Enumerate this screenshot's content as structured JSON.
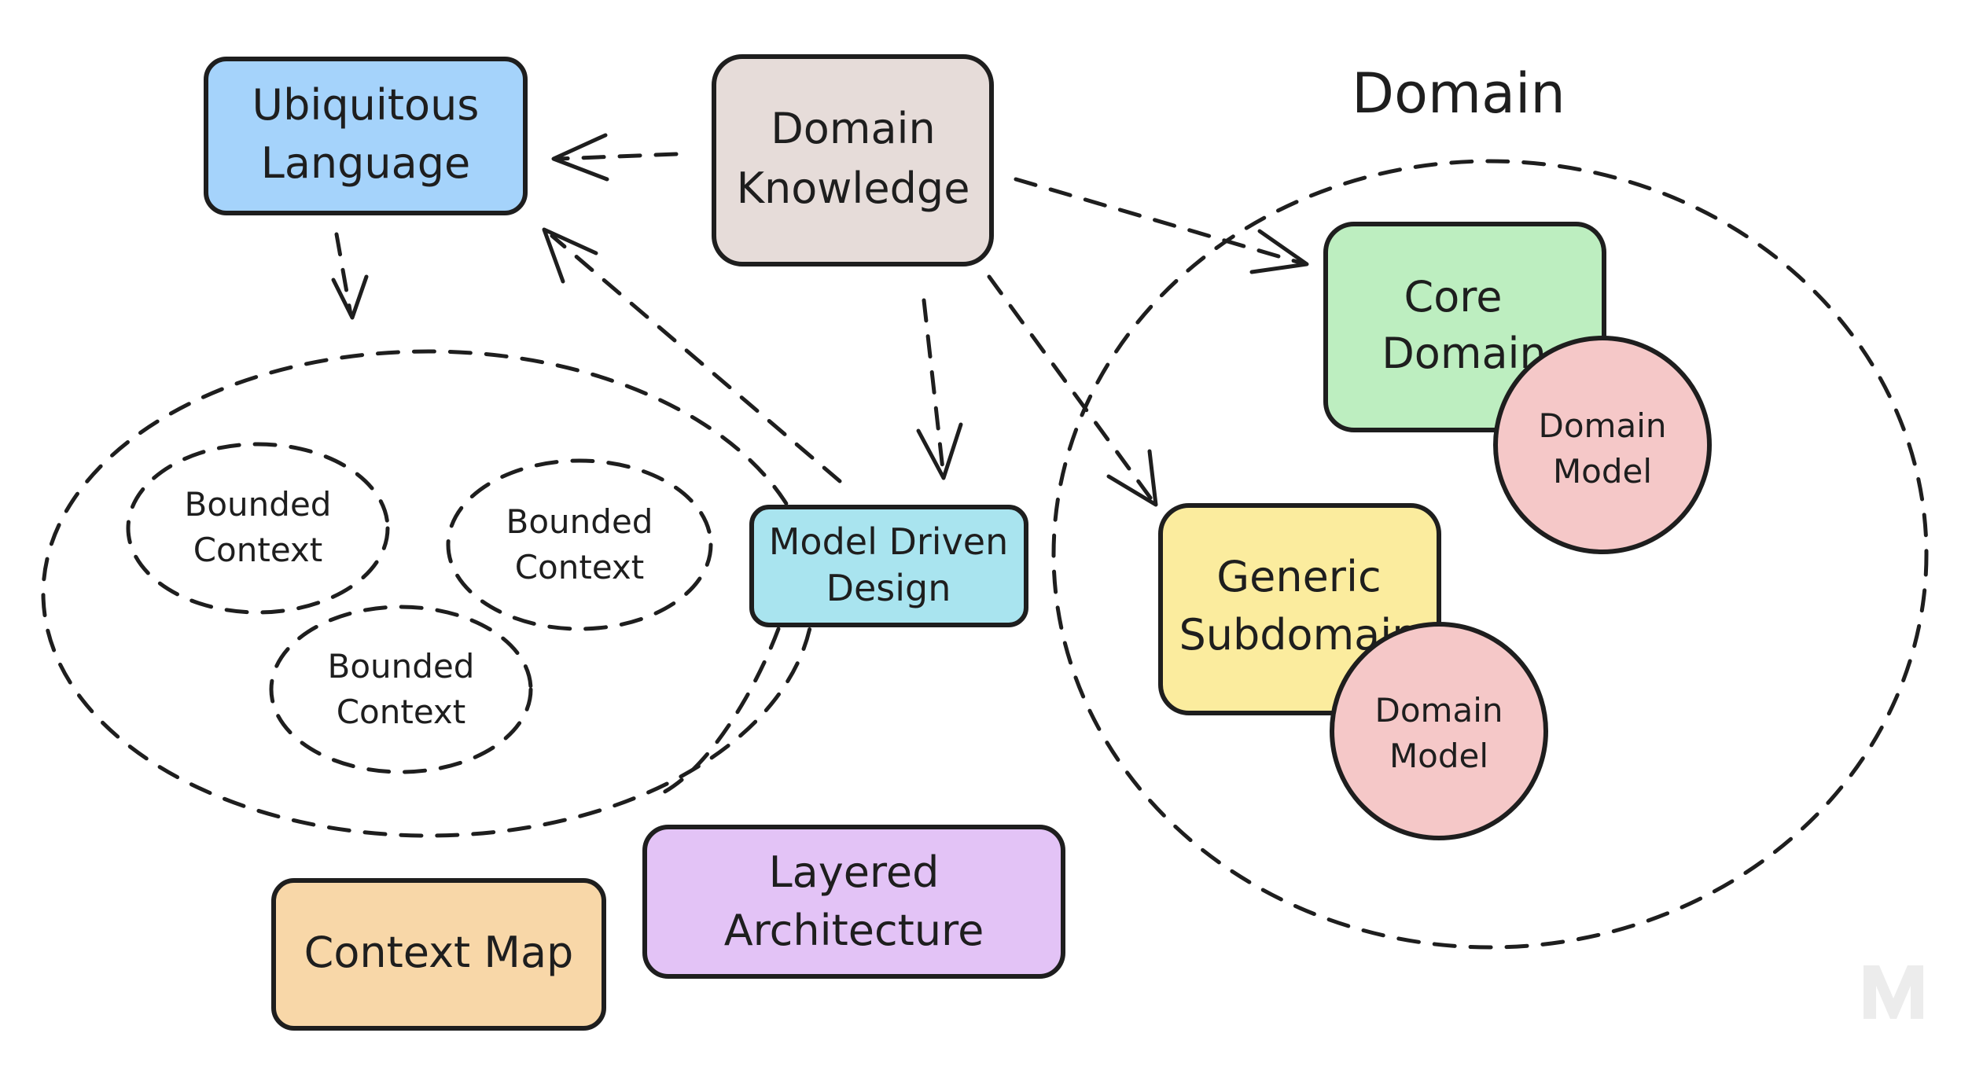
{
  "title": "Domain",
  "ubiquitous_language": [
    "Ubiquitous",
    "Language"
  ],
  "domain_knowledge": [
    "Domain",
    "Knowledge"
  ],
  "model_driven_design": [
    "Model Driven",
    "Design"
  ],
  "core_domain": [
    "Core",
    "Domain"
  ],
  "generic_subdomain": [
    "Generic",
    "Subdomain"
  ],
  "domain_model_1": [
    "Domain",
    "Model"
  ],
  "domain_model_2": [
    "Domain",
    "Model"
  ],
  "bounded_context_1": [
    "Bounded",
    "Context"
  ],
  "bounded_context_2": [
    "Bounded",
    "Context"
  ],
  "bounded_context_3": [
    "Bounded",
    "Context"
  ],
  "context_map": "Context Map",
  "layered_architecture": [
    "Layered",
    "Architecture"
  ],
  "colors": {
    "ubiquitous_language": "#a5d3fb",
    "domain_knowledge": "#e6dcd9",
    "model_driven_design": "#a9e4ef",
    "core_domain": "#bdeec0",
    "generic_subdomain": "#fbec9e",
    "domain_model": "#f5c8c8",
    "context_map": "#f8d7a8",
    "layered_architecture": "#e3c3f6"
  }
}
